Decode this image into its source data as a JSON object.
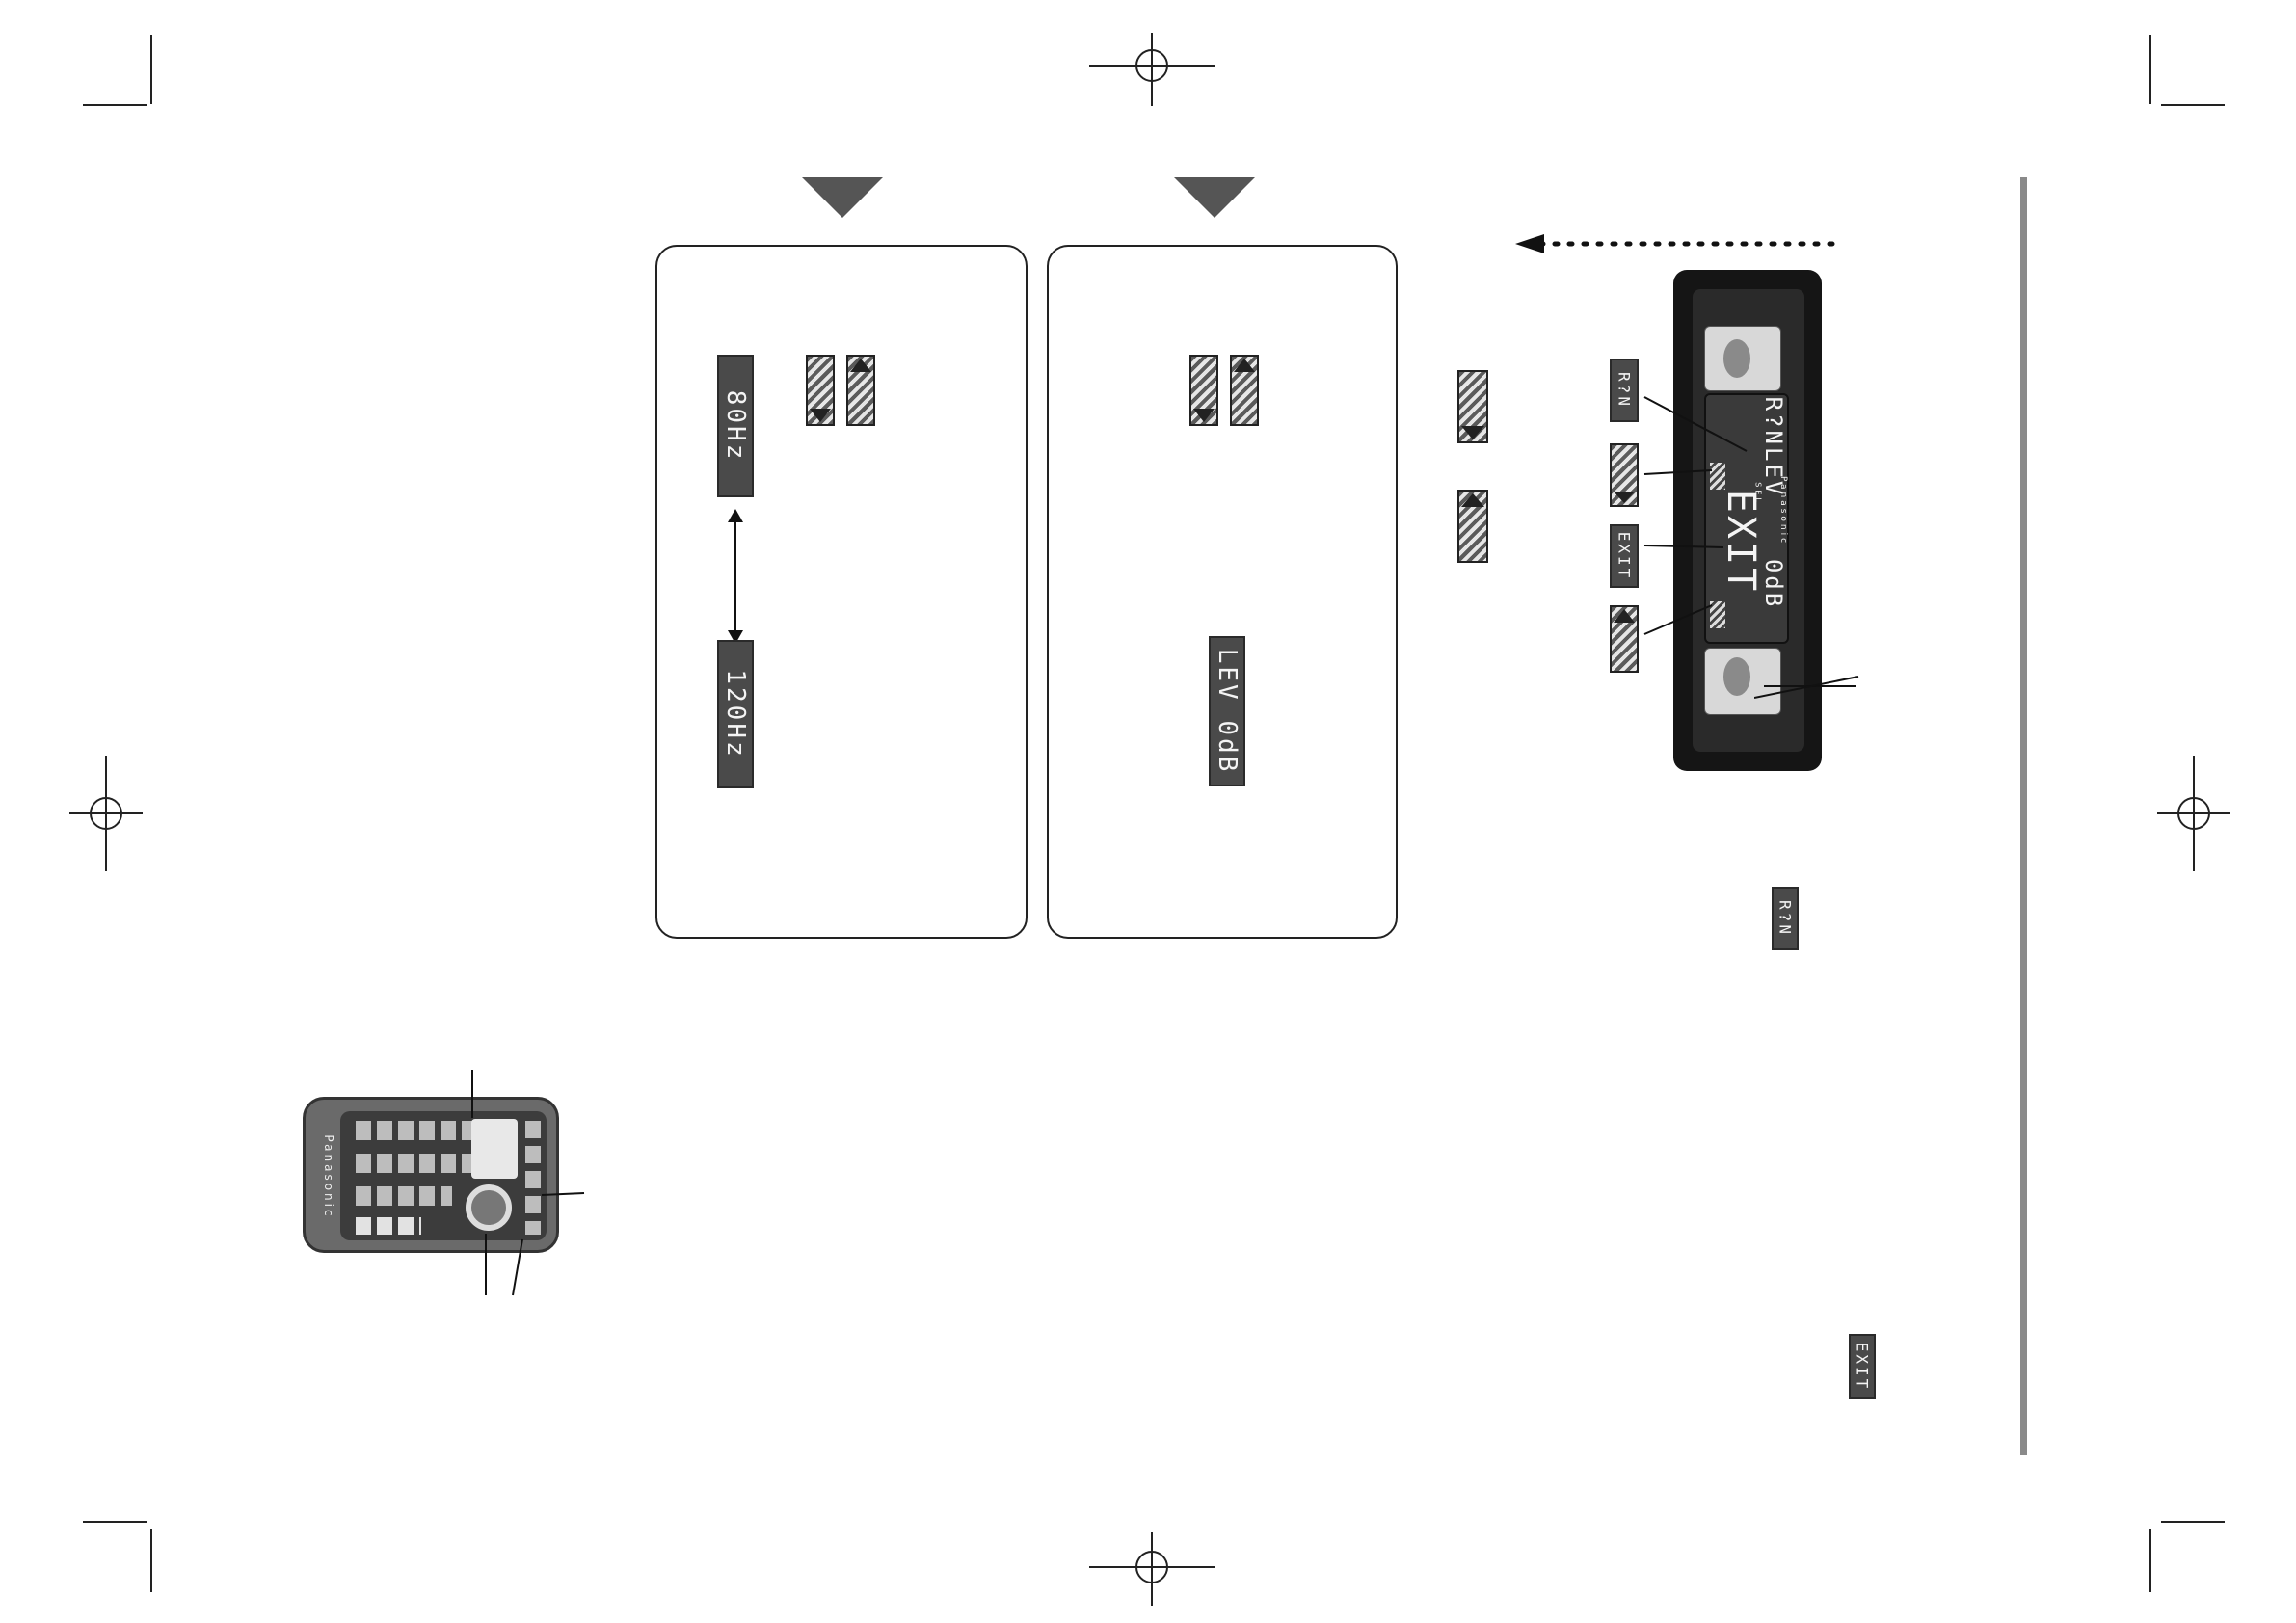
{
  "center_display": {
    "line1": "R?NLEV",
    "line2": "EXIT",
    "value": "0dB",
    "brand": "Panasonic",
    "label_small": "SEL"
  },
  "button_labels": {
    "rtn": "R?N",
    "exit": "EXIT"
  },
  "panel_left": {
    "lcd_top": "80Hz",
    "lcd_bottom": "120Hz"
  },
  "panel_right": {
    "lcd": "LEV 0dB"
  },
  "standalone_labels": {
    "rtn": "R?N",
    "exit": "EXIT"
  },
  "remote": {
    "brand": "Panasonic"
  }
}
